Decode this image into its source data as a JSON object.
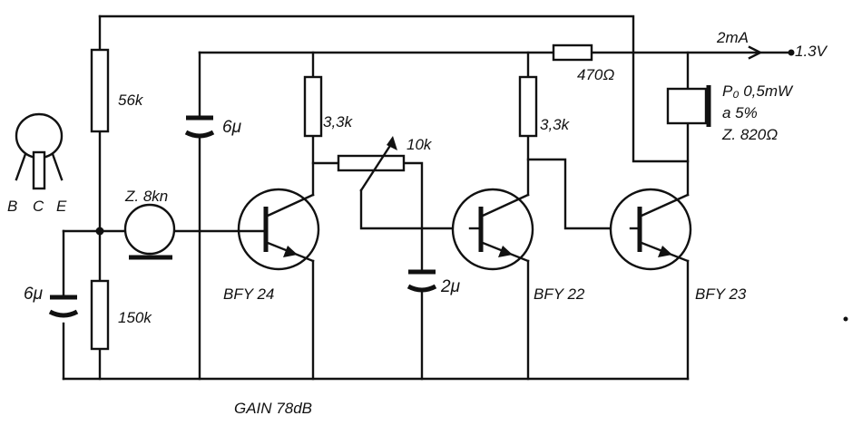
{
  "supply": {
    "current": "2mA",
    "voltage": "1.3V"
  },
  "pinout": {
    "b": "B",
    "c": "C",
    "e": "E"
  },
  "components": {
    "r_bias_top": "56k",
    "r_bias_bottom": "150k",
    "c_input": "6μ",
    "c_decouple": "6μ",
    "c_mid": "2μ",
    "mic": "Z. 8kn",
    "r_collector_1": "3,3k",
    "r_collector_2": "3,3k",
    "r_feedback": "10k",
    "r_supply": "470Ω"
  },
  "transistors": {
    "q1": "BFY 24",
    "q2": "BFY 22",
    "q3": "BFY 23"
  },
  "earpiece": {
    "power": "P₀ 0,5mW",
    "distortion": "a  5%",
    "impedance": "Z. 820Ω"
  },
  "gain": "GAIN  78dB"
}
